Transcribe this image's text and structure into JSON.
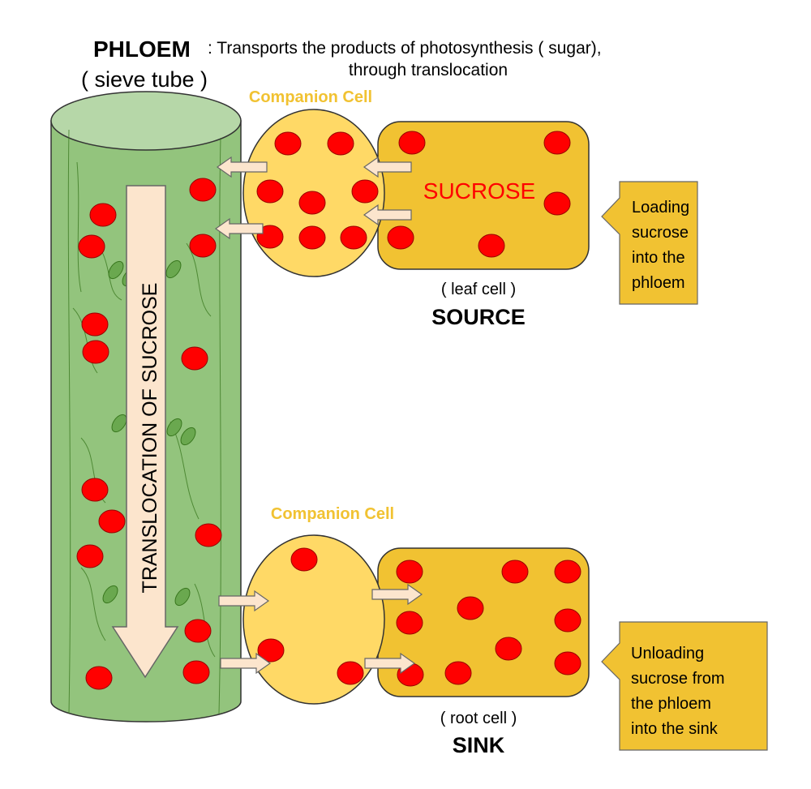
{
  "title": {
    "heading": "PHLOEM",
    "description_line1": ": Transports the products of photosynthesis ( sugar),",
    "description_line2": "through translocation",
    "sieve_tube_label": "( sieve tube )"
  },
  "tube": {
    "arrow_label": "TRANSLOCATION OF SUCROSE"
  },
  "source": {
    "companion_label": "Companion Cell",
    "sucrose_label": "SUCROSE",
    "cell_type": "( leaf cell )",
    "name": "SOURCE",
    "callout": [
      "Loading",
      "sucrose",
      "into the",
      "phloem"
    ]
  },
  "sink": {
    "companion_label": "Companion Cell",
    "cell_type": "( root cell )",
    "name": "SINK",
    "callout": [
      "Unloading",
      "sucrose from",
      "the phloem",
      "into the sink"
    ]
  },
  "colors": {
    "tube_body": "#93c47d",
    "tube_top": "#b6d7a8",
    "companion_cell": "#ffd966",
    "leaf_root_cell": "#f1c232",
    "callout": "#f1c232",
    "sucrose_dot": "#ff0000",
    "arrow_fill": "#fce5cd",
    "companion_label": "#f1c232",
    "sucrose_text": "#ff0000",
    "chloroplast": "#6aa84f"
  }
}
